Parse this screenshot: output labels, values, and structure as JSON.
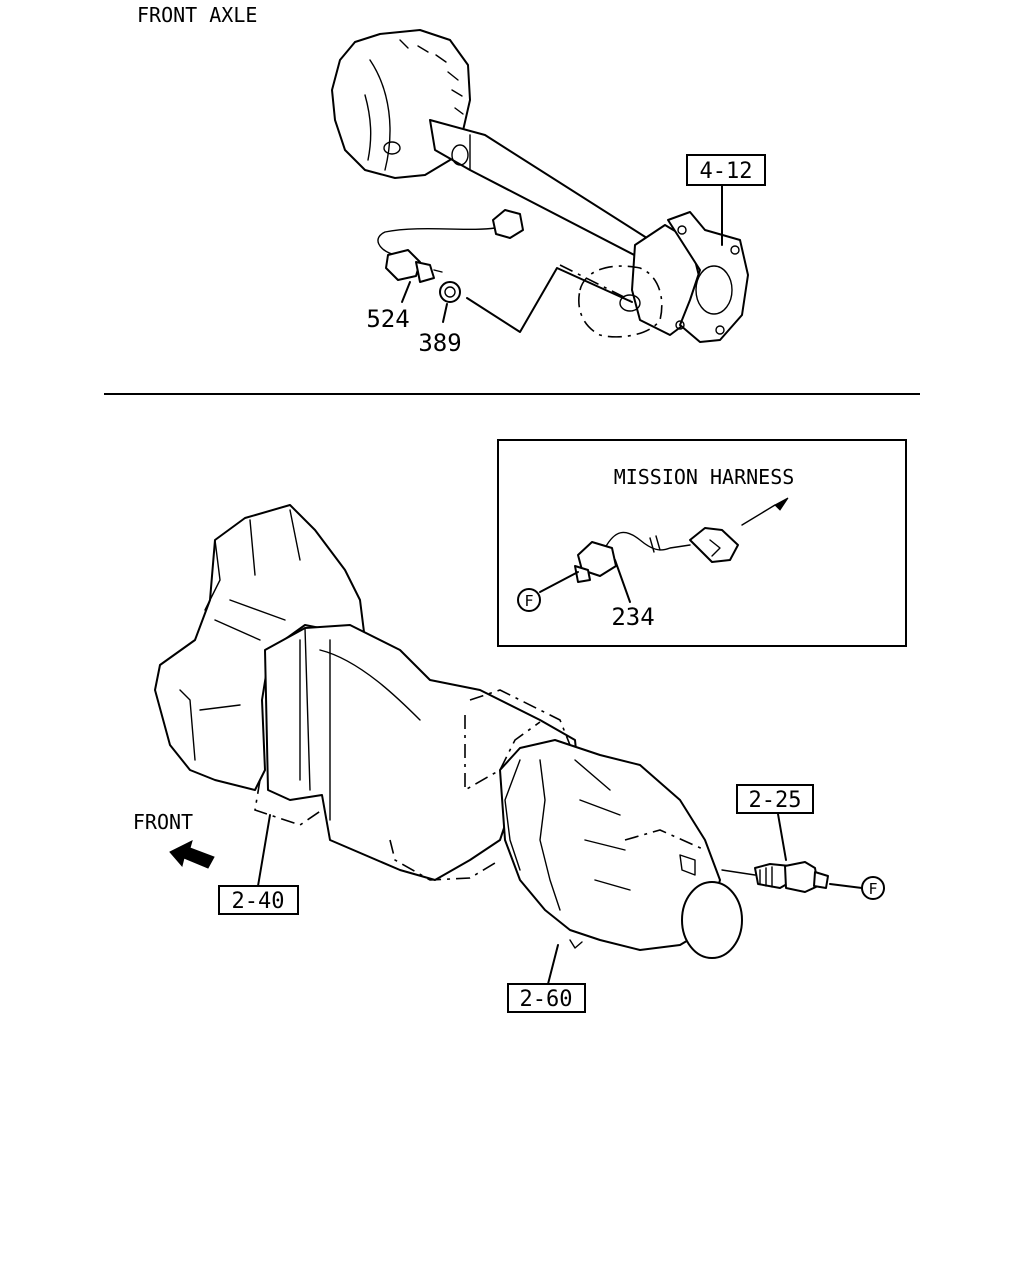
{
  "top_section": {
    "title": "FRONT AXLE",
    "refs": {
      "axle_housing": "4-12"
    },
    "callouts": {
      "sensor": "524",
      "washer": "389"
    }
  },
  "bottom_section": {
    "direction_label": "FRONT",
    "refs": {
      "transfer": "2-40",
      "transmission": "2-60",
      "rear_part": "2-25"
    },
    "connector_marker": "F",
    "inset": {
      "title": "MISSION HARNESS",
      "callout": "234",
      "connector_marker": "F"
    }
  }
}
